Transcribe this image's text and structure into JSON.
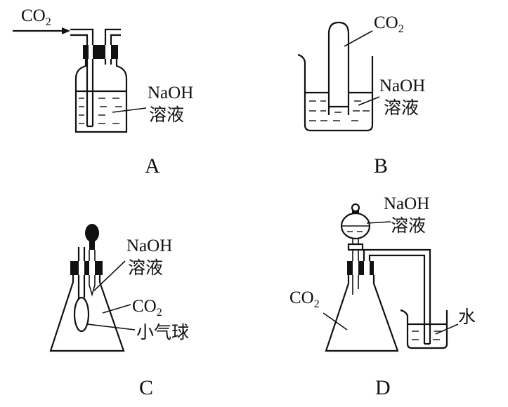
{
  "panels": {
    "A": {
      "letter": "A",
      "gas_label": "CO",
      "gas_sub": "2",
      "solution_label_1": "NaOH",
      "solution_label_2": "溶液"
    },
    "B": {
      "letter": "B",
      "gas_label": "CO",
      "gas_sub": "2",
      "solution_label_1": "NaOH",
      "solution_label_2": "溶液"
    },
    "C": {
      "letter": "C",
      "solution_label_1": "NaOH",
      "solution_label_2": "溶液",
      "gas_label": "CO",
      "gas_sub": "2",
      "balloon_label": "小气球"
    },
    "D": {
      "letter": "D",
      "solution_label_1": "NaOH",
      "solution_label_2": "溶液",
      "gas_label": "CO",
      "gas_sub": "2",
      "water_label": "水"
    }
  }
}
